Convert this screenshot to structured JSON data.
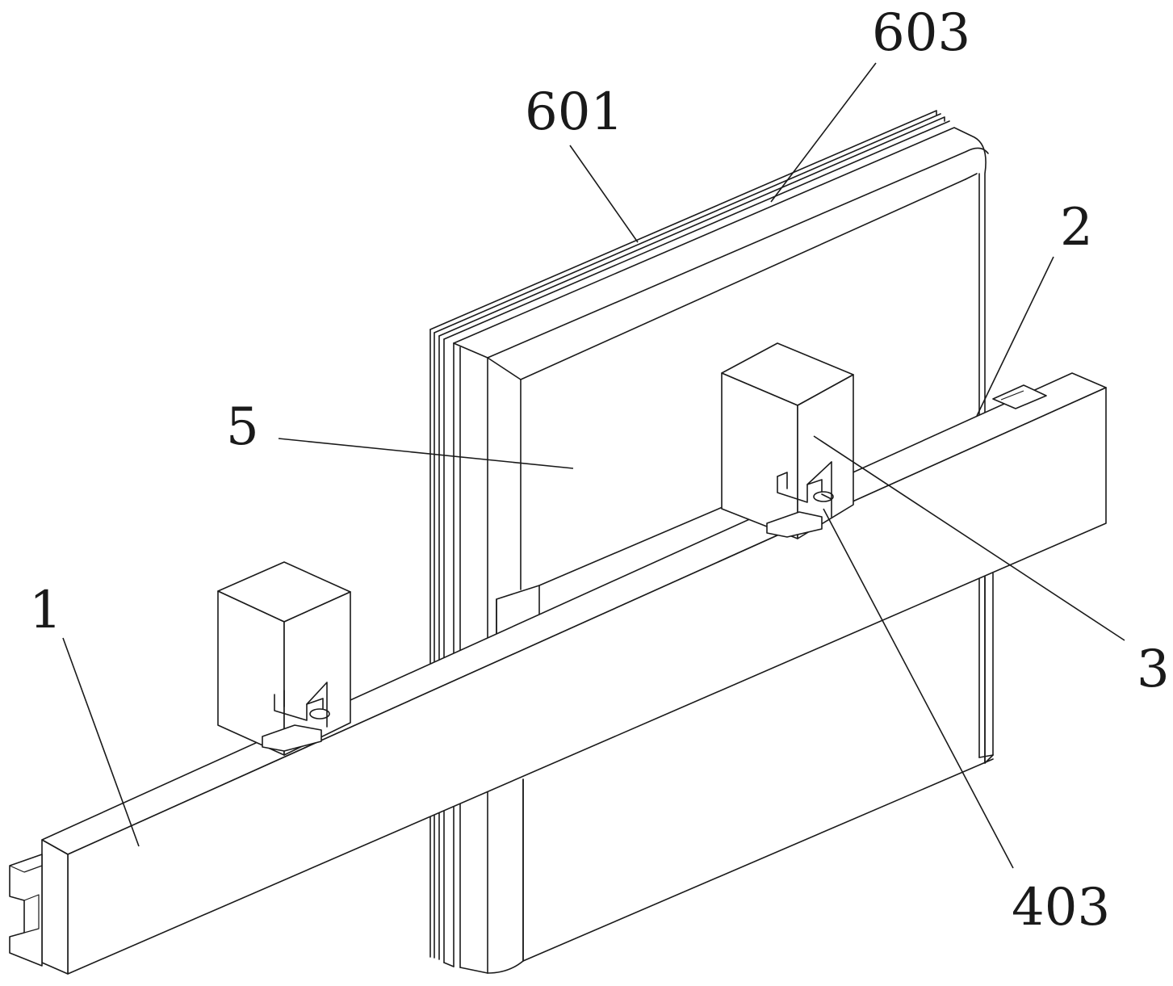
{
  "labels": {
    "rail": "1",
    "slot": "2",
    "clamp_block": "3",
    "latch": "403",
    "panel": "5",
    "glass_pane": "601",
    "frame_edge": "603"
  }
}
